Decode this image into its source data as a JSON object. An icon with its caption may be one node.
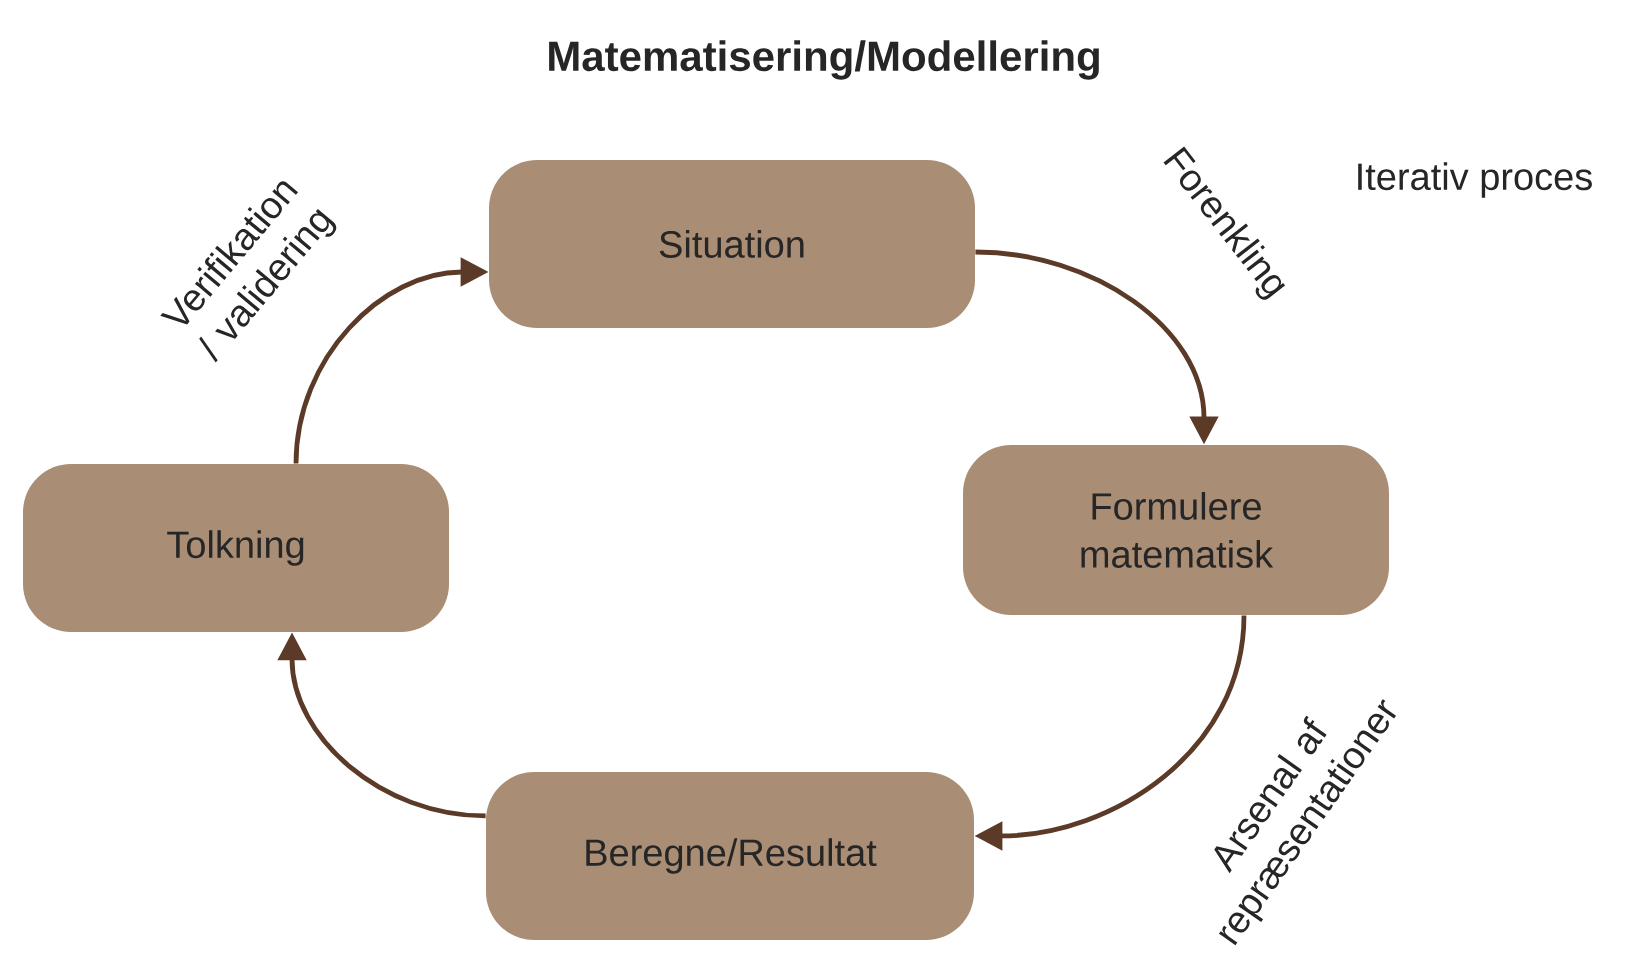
{
  "diagram": {
    "title": "Matematisering/Modellering",
    "nodes": [
      {
        "text": [
          "Situation"
        ]
      },
      {
        "text": [
          "Formulere matematisk"
        ]
      },
      {
        "text": [
          "Beregne/Resultat"
        ]
      },
      {
        "text": [
          "Tolkning"
        ]
      }
    ],
    "edges": [
      {
        "from": 0,
        "to": 1,
        "arrow": "to",
        "label": "Forenkling"
      },
      {
        "from": 1,
        "to": 2,
        "arrow": "to",
        "label": "Arsenal af repræsentationer"
      },
      {
        "from": 2,
        "to": 3,
        "arrow": "to"
      },
      {
        "from": 3,
        "to": 0,
        "arrow": "to",
        "label": "Verifikation / validering"
      }
    ],
    "labels": [
      "Iterativ proces"
    ]
  }
}
